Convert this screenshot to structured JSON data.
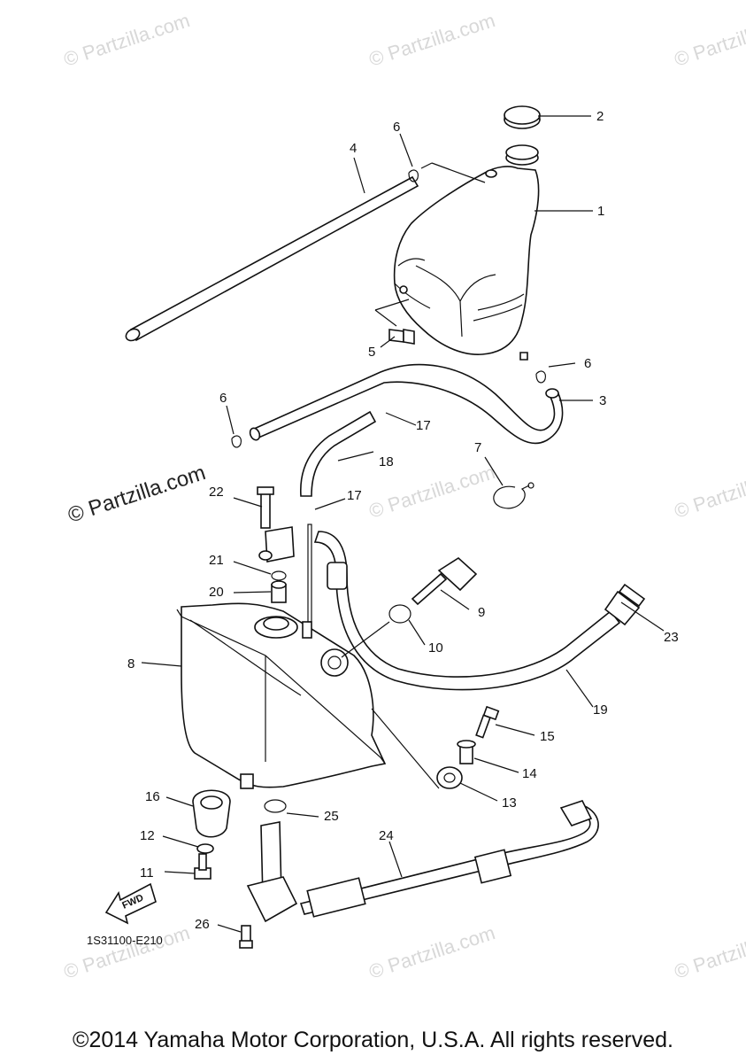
{
  "watermark": {
    "text": "© Partzilla.com"
  },
  "callouts": [
    "1",
    "2",
    "3",
    "4",
    "5",
    "6",
    "6",
    "6",
    "7",
    "8",
    "9",
    "10",
    "11",
    "12",
    "13",
    "14",
    "15",
    "16",
    "17",
    "17",
    "18",
    "19",
    "20",
    "21",
    "22",
    "23",
    "24",
    "25",
    "26"
  ],
  "diagram_code": "1S31100-E210",
  "fwd_label": "FWD",
  "copyright": "©2014 Yamaha Motor Corporation, U.S.A. All rights reserved."
}
